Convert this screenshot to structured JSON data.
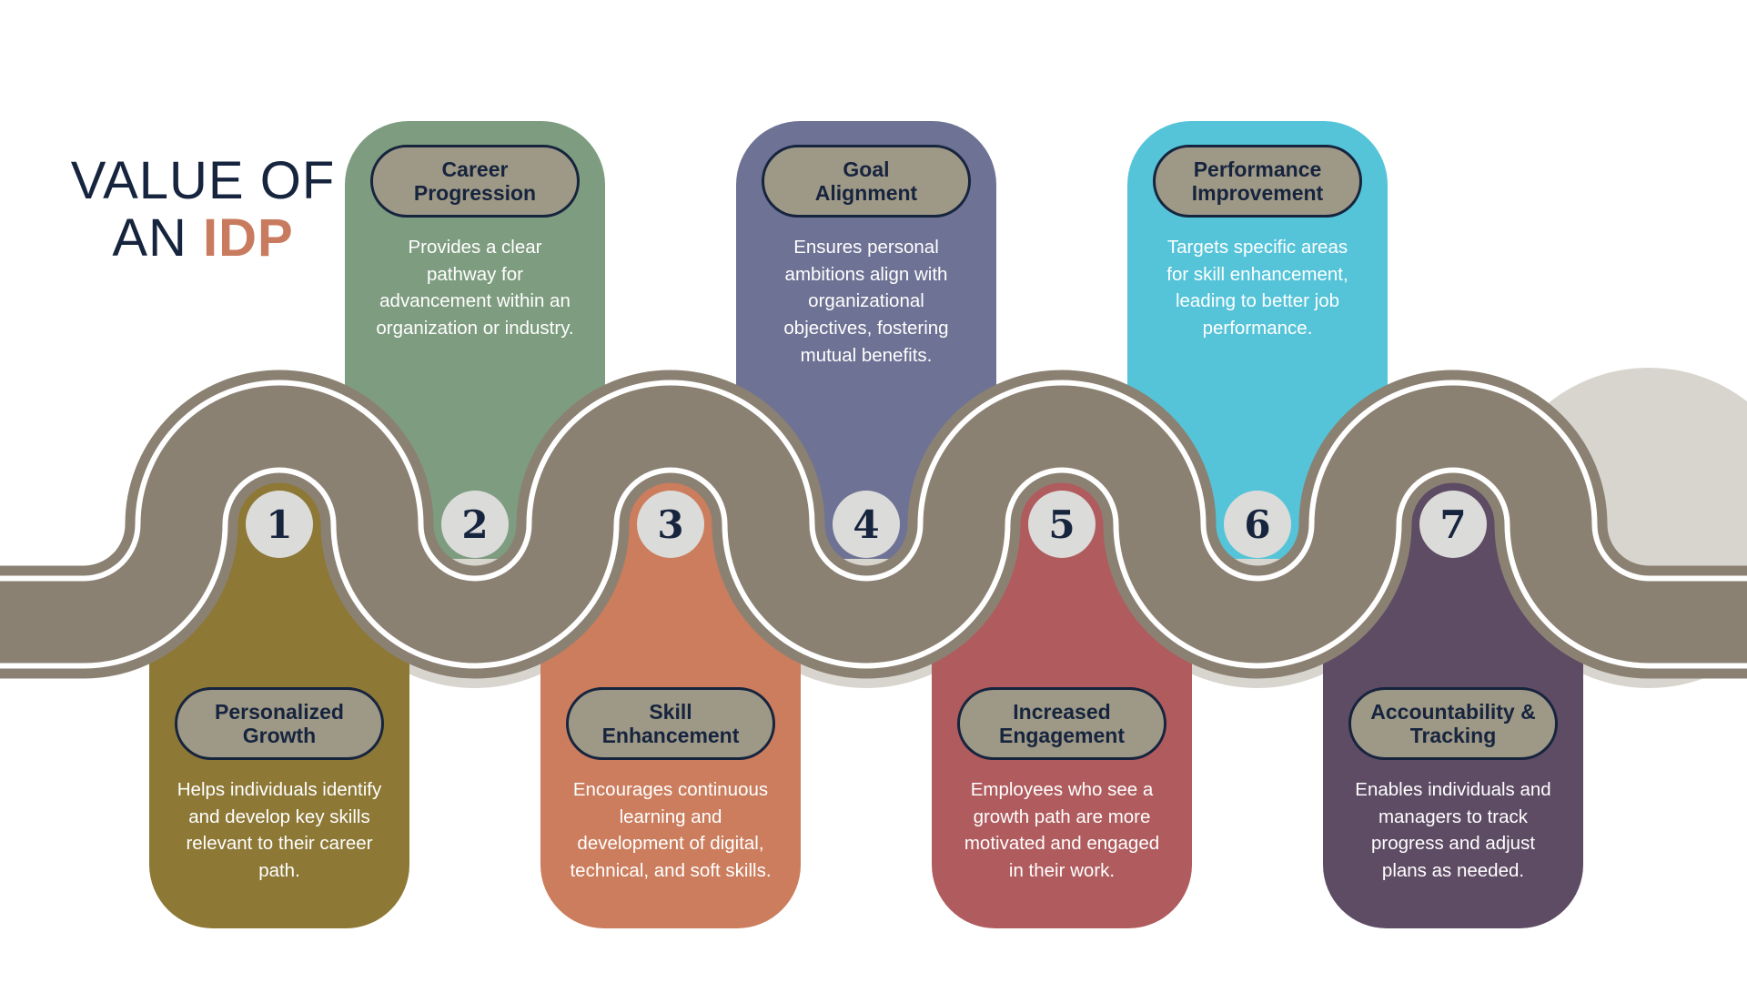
{
  "title": {
    "line1": "VALUE OF",
    "line2_prefix": "AN ",
    "line2_highlight": "IDP"
  },
  "colors": {
    "navy": "#16243E",
    "highlight": "#C87B5E",
    "road": "#8B8173",
    "road_lines": "#FFFFFF",
    "shadow_circle": "#D8D5CF",
    "number_circle": "#DBDBD9",
    "pill_background": "#9E9886"
  },
  "cards": [
    {
      "number": "1",
      "position": "below",
      "color": "#8D7836",
      "title": "Personalized\nGrowth",
      "body": "Helps individuals identify and develop key skills relevant to their career path."
    },
    {
      "number": "2",
      "position": "above",
      "color": "#7E9C7F",
      "title": "Career\nProgression",
      "body": "Provides a clear pathway for advancement within an organization or industry."
    },
    {
      "number": "3",
      "position": "below",
      "color": "#CB7D5D",
      "title": "Skill\nEnhancement",
      "body": "Encourages continuous learning and development of digital, technical, and soft skills."
    },
    {
      "number": "4",
      "position": "above",
      "color": "#6E7294",
      "title": "Goal\nAlignment",
      "body": "Ensures personal ambitions align with organizational objectives, fostering mutual benefits."
    },
    {
      "number": "5",
      "position": "below",
      "color": "#B05B5D",
      "title": "Increased\nEngagement",
      "body": "Employees who see a growth path are more motivated and engaged in their work."
    },
    {
      "number": "6",
      "position": "above",
      "color": "#55C4D8",
      "title": "Performance\nImprovement",
      "body": "Targets specific areas for skill enhancement, leading to better job performance."
    },
    {
      "number": "7",
      "position": "below",
      "color": "#5E4B64",
      "title": "Accountability &\nTracking",
      "body": "Enables individuals and managers to track progress and adjust plans as needed."
    }
  ]
}
